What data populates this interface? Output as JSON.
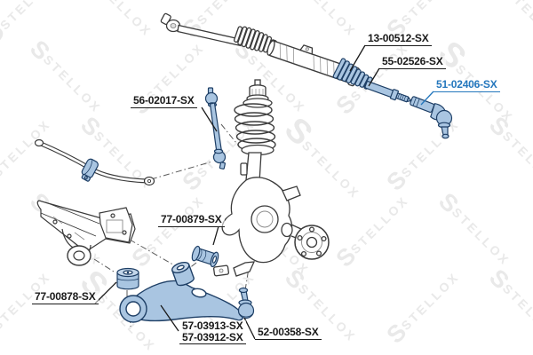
{
  "diagram": {
    "watermark": {
      "text": "STELLOX",
      "logo": "S",
      "color": "#e9e9e9"
    },
    "colors": {
      "highlight_label": "#2477bd",
      "highlight_part_fill": "#a9c5e1",
      "highlight_part_stroke": "#1e3f66",
      "line_art": "#3b3b3b"
    },
    "labels": [
      {
        "text": "13-00512-SX",
        "highlighted": false
      },
      {
        "text": "55-02526-SX",
        "highlighted": false
      },
      {
        "text": "51-02406-SX",
        "highlighted": true
      },
      {
        "text": "56-02017-SX",
        "highlighted": false
      },
      {
        "text": "77-00879-SX",
        "highlighted": false
      },
      {
        "text": "77-00878-SX",
        "highlighted": false
      },
      {
        "text": "57-03913-SX",
        "highlighted": false
      },
      {
        "text": "57-03912-SX",
        "highlighted": false
      },
      {
        "text": "52-00358-SX",
        "highlighted": false
      }
    ]
  }
}
